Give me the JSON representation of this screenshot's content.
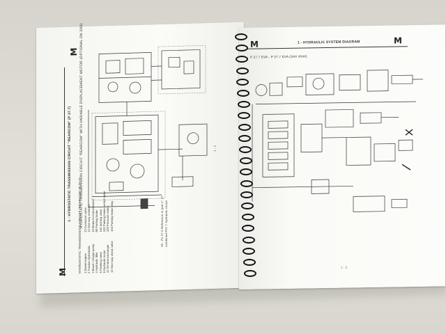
{
  "left_page": {
    "logo": "M",
    "title": "1 - HYDROSTATIC TRANSMISSION CIRCUIT \"REARCOM\" (P 37.7)",
    "subtitle": "HYDROSTATIC TRANSMISSION CIRCUIT \"REARCOM\" WITH VARIABLE DISPLACEMENT MOTOR (OPTIONAL ON 3/66) ",
    "page_number": "1 - 2",
    "legend_heading": "HYDROSTATIC TRANSMISSION CIRCUIT \"REARCOM\" (P 37.7)",
    "legend": [
      "1     Diesel engine",
      "2     Traction hydrostatic",
      "3     Boost / charge pump",
      "4     Hydraulic filter",
      "5     Flushing valve",
      "6     Hydraulic motor",
      "11    Oil heat exchanger",
      "12    One-way check valve",
      "13    Crossover valve",
      "14    One-way restrictor",
      "15    Brake for transmission",
      "80    Parking brake",
      "101   Inching valve",
      "102   Parking brake control valve",
      "103   Pressure switch",
      "104   Parking brake relay"
    ],
    "footnote": "25 : Pc 27.5 Reference in part n° 27",
    "footnote2": "combined P37.7 hydraulic circuit"
  },
  "right_page": {
    "logo": "M",
    "title": "1 - HYDRAULIC SYSTEM DIAGRAM",
    "subtitle": "P 27.7 EVA - P 37.7 EVA (SAV 4044)",
    "page_number": "1 - 3"
  },
  "binding": {
    "type": "spiral coil",
    "color": "#111111",
    "coil_count": 22
  },
  "colors": {
    "paper": "#fbfbf8",
    "ink": "#333333",
    "background": "#dcdad2"
  }
}
